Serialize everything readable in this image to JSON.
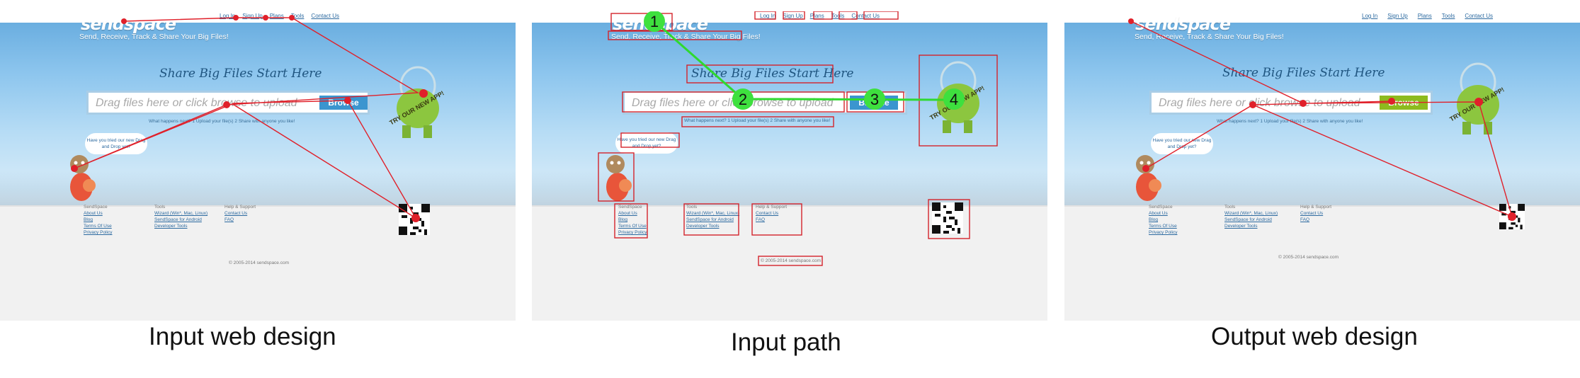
{
  "site": {
    "logo": "sendspace",
    "tagline": "Send, Receive, Track & Share Your Big Files!",
    "nav": [
      "Log In",
      "Sign Up",
      "Plans",
      "Tools",
      "Contact Us"
    ],
    "headline": "Share Big Files Start Here",
    "upload_placeholder": "Drag files here or click browse to upload",
    "browse_label": "Browse",
    "steps": "What happens next?  1 Upload your file(s)  2 Share with anyone you like!",
    "bubble": "Have you tried our new Drag and Drop yet?",
    "robot_badge": "TRY OUR NEW APP!",
    "footer": [
      {
        "heading": "SendSpace",
        "links": [
          "About Us",
          "Blog",
          "Terms Of Use",
          "Privacy Policy"
        ]
      },
      {
        "heading": "Tools",
        "links": [
          "Wizard (Win*, Mac, Linux)",
          "SendSpace for Android",
          "Developer Tools"
        ]
      },
      {
        "heading": "Help & Support",
        "links": [
          "Contact Us",
          "FAQ"
        ]
      }
    ],
    "copyright": "© 2005-2014 sendspace.com"
  },
  "path_markers": [
    "1",
    "2",
    "3",
    "4"
  ],
  "captions": [
    "Input web design",
    "Input path",
    "Output web design"
  ],
  "colors": {
    "saliency_line": "#e0202a",
    "path_line": "#2fd92f",
    "box": "#d4232b"
  }
}
